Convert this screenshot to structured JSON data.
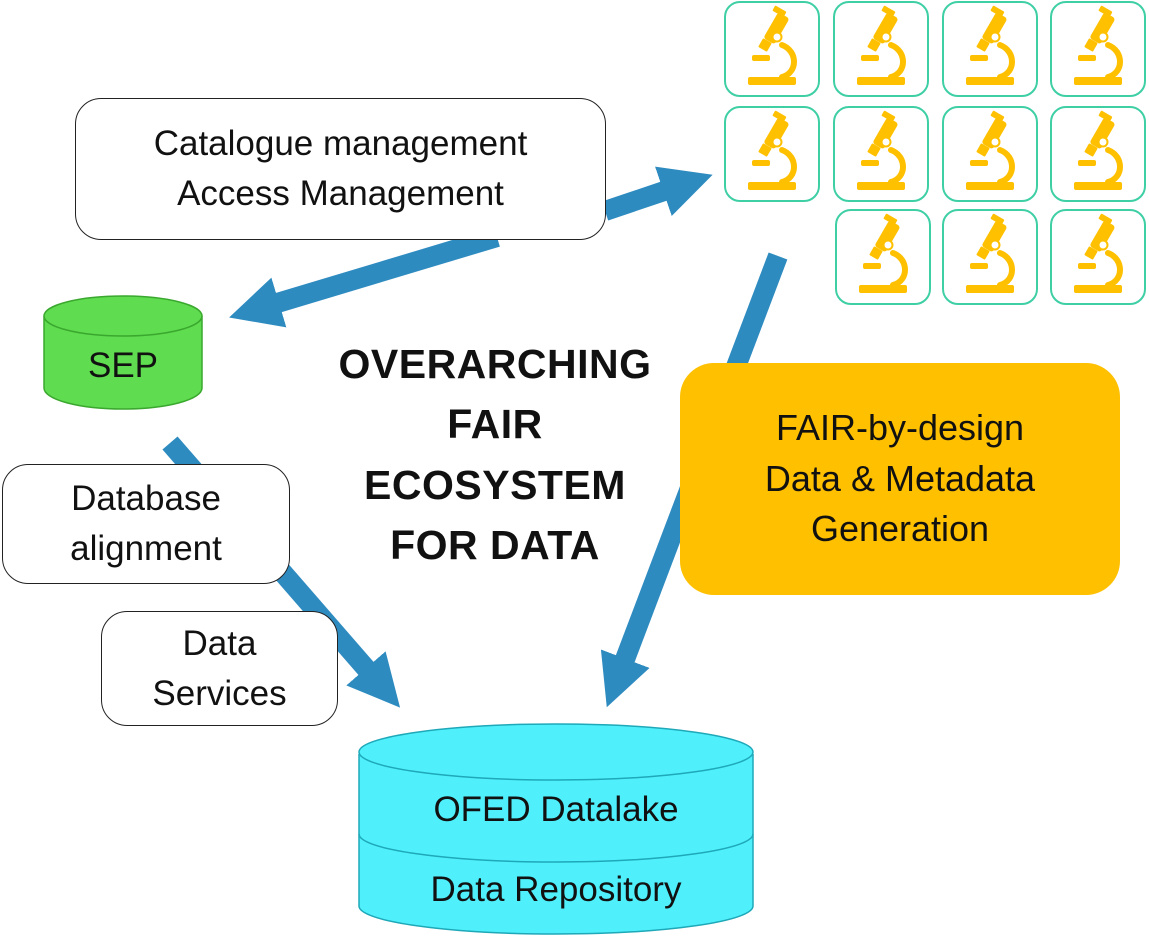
{
  "title": [
    "OVERARCHING",
    "FAIR",
    "ECOSYSTEM",
    "FOR DATA"
  ],
  "catalogue_box": [
    "Catalogue management",
    "Access Management"
  ],
  "sep": {
    "label": "SEP",
    "color": "#5fdc4f"
  },
  "database_box": [
    "Database",
    "alignment"
  ],
  "services_box": [
    "Data",
    "Services"
  ],
  "fair_box": [
    "FAIR-by-design",
    "Data & Metadata",
    "Generation"
  ],
  "datalake": {
    "top_label": "OFED Datalake",
    "bottom_label": "Data Repository",
    "color": "#4ff0fc"
  },
  "instruments": {
    "rows": [
      4,
      4,
      3
    ],
    "icon": "microscope-icon",
    "tile_border": "#3fcfa5",
    "icon_color": "#ffc000"
  },
  "colors": {
    "arrow": "#2e8bc0",
    "fair_box": "#ffc000"
  }
}
